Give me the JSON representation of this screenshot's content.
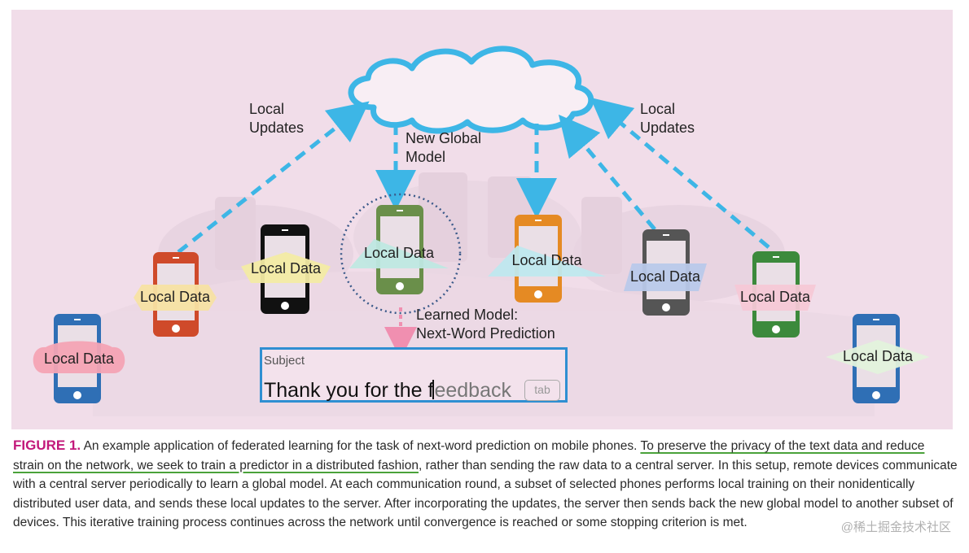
{
  "diagram": {
    "cloud_color": "#3db6e6",
    "arrow_color": "#3db6e6",
    "prediction_arrow_color": "#f08fb0",
    "annotations": {
      "local_updates_left": [
        "Local",
        "Updates"
      ],
      "local_updates_right": [
        "Local",
        "Updates"
      ],
      "new_global_model": [
        "New Global",
        "Model"
      ],
      "learned_model": [
        "Learned Model:",
        "Next-Word Prediction"
      ]
    },
    "phones": [
      {
        "color": "#2f6fb5",
        "label": "Local Data",
        "shape": "cloud",
        "label_color": "#f4a3b4"
      },
      {
        "color": "#cf4a2a",
        "label": "Local Data",
        "shape": "hexagon",
        "label_color": "#f7e2a3"
      },
      {
        "color": "#111111",
        "label": "Local Data",
        "shape": "pentagon",
        "label_color": "#f3eba4"
      },
      {
        "color": "#6a8f4a",
        "label": "Local Data",
        "shape": "triangle",
        "label_color": "#bfe8e2"
      },
      {
        "color": "#e58a23",
        "label": "Local Data",
        "shape": "triangle",
        "label_color": "#bfe8ee"
      },
      {
        "color": "#555555",
        "label": "Local Data",
        "shape": "parallelogram",
        "label_color": "#b9c9ea"
      },
      {
        "color": "#3c8a3c",
        "label": "Local Data",
        "shape": "trapezoid",
        "label_color": "#f6c8d6"
      },
      {
        "color": "#2f6fb5",
        "label": "Local Data",
        "shape": "diamond",
        "label_color": "#e3f2dc"
      }
    ]
  },
  "subject_box": {
    "label": "Subject",
    "typed": "Thank you for the f",
    "suggestion": "eedback",
    "tab_key": "tab"
  },
  "caption": {
    "label": "FIGURE 1.",
    "lead": " An example application of federated learning for the task of next-word prediction on mobile phones. ",
    "highlighted": "To preserve the privacy of the text data and reduce strain on the network, we seek to train a predictor in a distributed fashion",
    "rest": ", rather than sending the raw data to a central server. In this setup, remote devices communicate with a central server periodically to learn a global model. At each communication round, a subset of selected phones performs local training on their nonidentically distributed user data, and sends these local updates to the server. After incorporating the updates, the server then sends back the new global model to another subset of devices. This iterative training process continues across the network until convergence is reached or some stopping criterion is met."
  },
  "watermark": "@稀土掘金技术社区"
}
